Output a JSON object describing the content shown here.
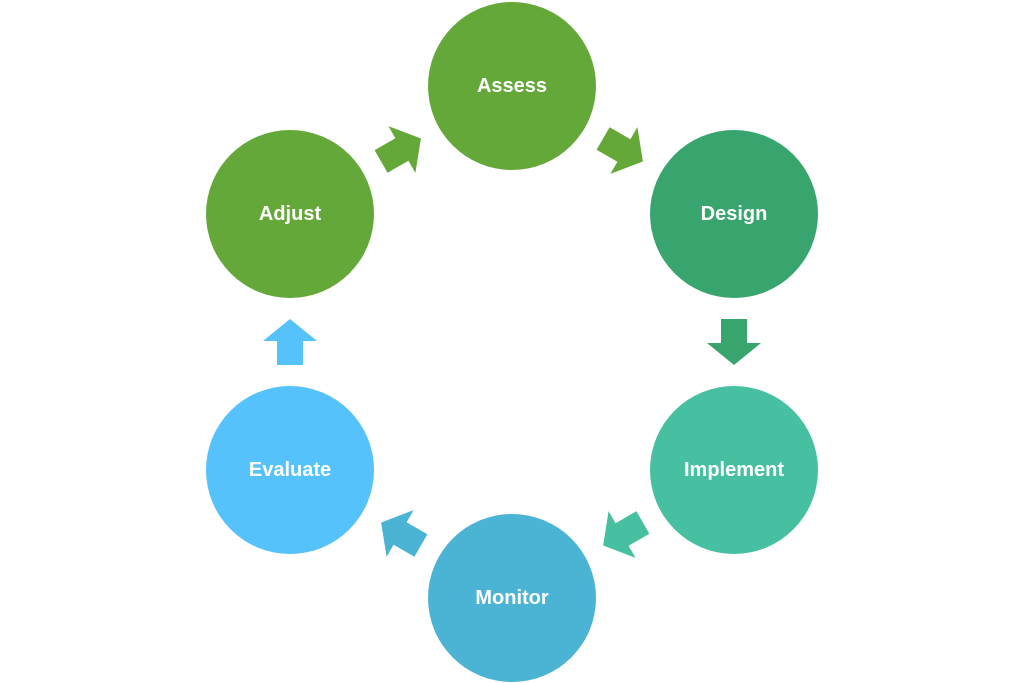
{
  "diagram": {
    "type": "cycle",
    "nodes": [
      {
        "id": "assess",
        "label": "Assess",
        "color": "#65A83A"
      },
      {
        "id": "design",
        "label": "Design",
        "color": "#39A56E"
      },
      {
        "id": "implement",
        "label": "Implement",
        "color": "#47C0A2"
      },
      {
        "id": "monitor",
        "label": "Monitor",
        "color": "#4BB3D3"
      },
      {
        "id": "evaluate",
        "label": "Evaluate",
        "color": "#55C2FB"
      },
      {
        "id": "adjust",
        "label": "Adjust",
        "color": "#65A83A"
      }
    ],
    "edges": [
      {
        "from": "adjust",
        "to": "assess",
        "color": "#65A83A"
      },
      {
        "from": "assess",
        "to": "design",
        "color": "#65A83A"
      },
      {
        "from": "design",
        "to": "implement",
        "color": "#39A56E"
      },
      {
        "from": "implement",
        "to": "monitor",
        "color": "#47C0A2"
      },
      {
        "from": "monitor",
        "to": "evaluate",
        "color": "#4BB3D3"
      },
      {
        "from": "evaluate",
        "to": "adjust",
        "color": "#55C2FB"
      }
    ]
  }
}
